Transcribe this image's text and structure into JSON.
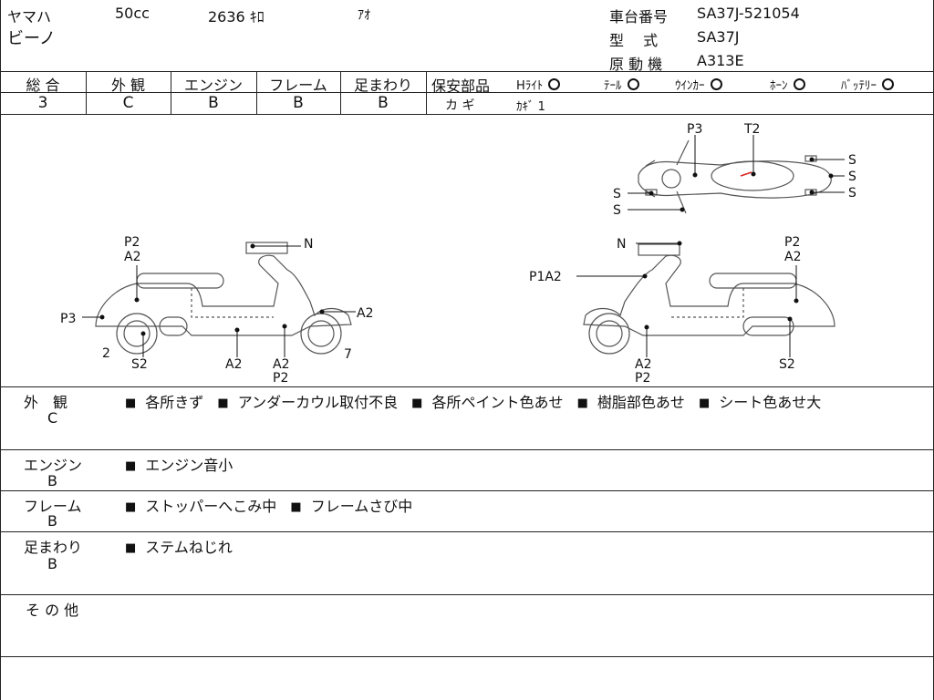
{
  "header": {
    "maker": "ヤマハ",
    "displacement": "50cc",
    "mileage": "2636 ｷﾛ",
    "color": "ｱｵ",
    "model_name": "ビーノ",
    "frame_no_label": "車台番号",
    "frame_no": "SA37J-521054",
    "type_label": "型　 式",
    "type": "SA37J",
    "engine_label": "原 動 機",
    "engine": "A313E"
  },
  "grades": {
    "overall_label": "総 合",
    "overall": "3",
    "exterior_label": "外 観",
    "exterior": "C",
    "engine_label": "エンジン",
    "engine": "B",
    "frame_label": "フレーム",
    "frame": "B",
    "suspension_label": "足まわり",
    "suspension": "B"
  },
  "safety": {
    "label": "保安部品",
    "items": [
      "Hﾗｲﾄ",
      "ﾃｰﾙ",
      "ｳｲﾝｶｰ",
      "ﾎｰﾝ",
      "ﾊﾞｯﾃﾘｰ"
    ],
    "key_label": "カ ギ",
    "key_value": "ｶｷﾞ 1"
  },
  "diagram": {
    "top": [
      "P3",
      "T2",
      "S",
      "S",
      "S",
      "S",
      "S"
    ],
    "left": [
      "P2",
      "A2",
      "N",
      "P3",
      "A2",
      "2",
      "S2",
      "A2",
      "A2",
      "P2",
      "7"
    ],
    "right": [
      "N",
      "P2",
      "A2",
      "P1A2",
      "A2",
      "P2",
      "S2"
    ]
  },
  "remarks": {
    "exterior": {
      "label": "外　観",
      "grade": "C",
      "items": [
        "各所きず",
        "アンダーカウル取付不良",
        "各所ペイント色あせ",
        "樹脂部色あせ",
        "シート色あせ大"
      ]
    },
    "engine": {
      "label": "エンジン",
      "grade": "B",
      "items": [
        "エンジン音小"
      ]
    },
    "frame": {
      "label": "フレーム",
      "grade": "B",
      "items": [
        "ストッパーへこみ中",
        "フレームさび中"
      ]
    },
    "suspension": {
      "label": "足まわり",
      "grade": "B",
      "items": [
        "ステムねじれ"
      ]
    },
    "other": {
      "label": "そ の 他"
    }
  }
}
